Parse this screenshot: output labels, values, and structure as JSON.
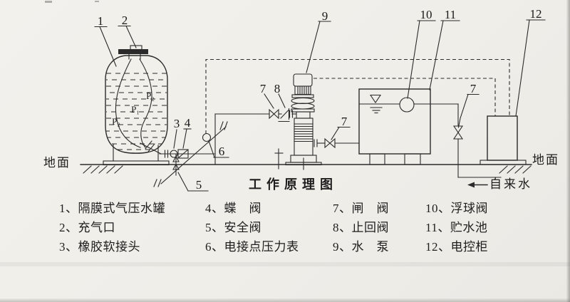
{
  "title": "工作原理图",
  "diagram": {
    "ground_left": "地面",
    "ground_right": "地面",
    "tap_water": "自来水",
    "pressure": {
      "p1": "P₁",
      "p2": "P₂"
    },
    "callouts": {
      "n1": "1",
      "n2": "2",
      "n3": "3",
      "n4": "4",
      "n5": "5",
      "n6": "6",
      "n7": "7",
      "n8": "8",
      "n9": "9",
      "n10": "10",
      "n11": "11",
      "n12": "12"
    }
  },
  "legend": {
    "items": [
      {
        "label": "1、隔膜式气压水罐"
      },
      {
        "label": "2、充气口"
      },
      {
        "label": "3、橡胶软接头"
      },
      {
        "label": "4、蝶　阀"
      },
      {
        "label": "5、安全阀"
      },
      {
        "label": "6、电接点压力表"
      },
      {
        "label": "7、闸　阀"
      },
      {
        "label": "8、止回阀"
      },
      {
        "label": "9、水　泵"
      },
      {
        "label": "10、浮球阀"
      },
      {
        "label": "11、贮水池"
      },
      {
        "label": "12、电控柜"
      }
    ]
  },
  "colors": {
    "ink": "#2b2b2b",
    "paper": "#f1efea"
  }
}
